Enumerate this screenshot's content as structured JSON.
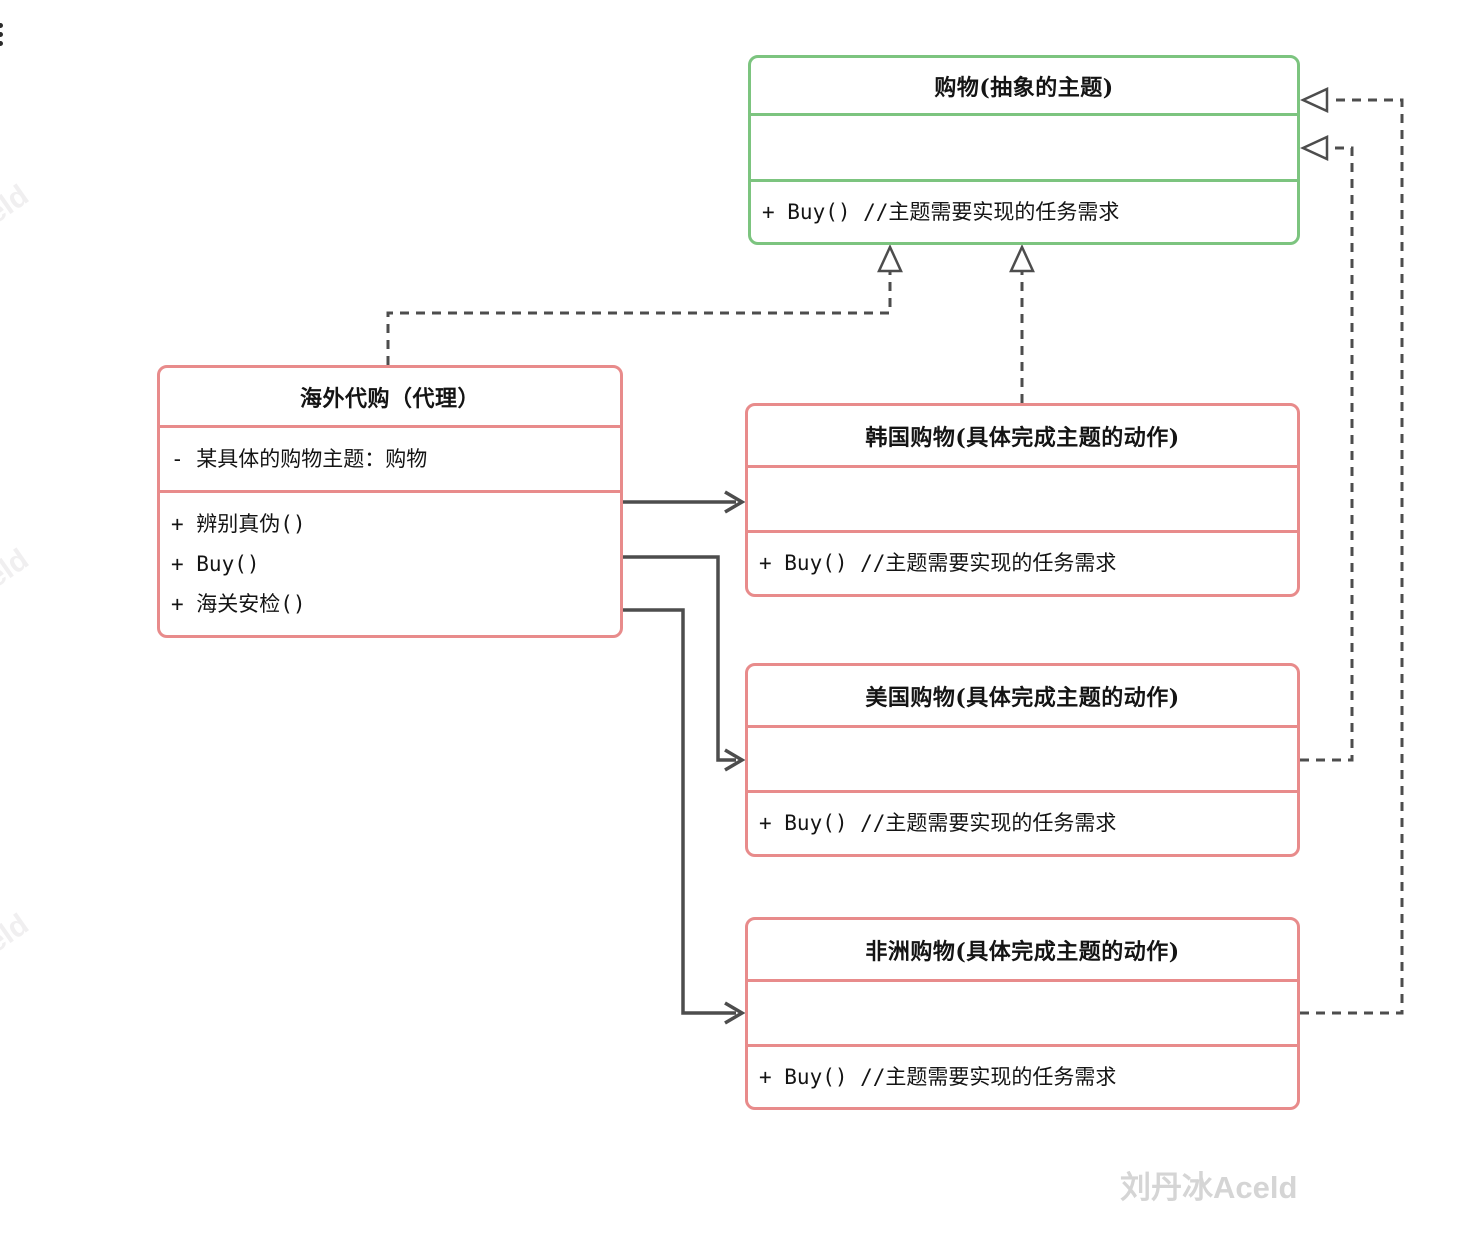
{
  "page": {
    "watermark_main": "刘丹冰Aceld",
    "watermark_tile": "eld",
    "icons": {
      "menu": "vertical-dots-icon"
    },
    "colors": {
      "abstract_border": "#7cc47f",
      "concrete_border": "#e88b8b",
      "connector": "#4d4d4d",
      "watermark": "#d5d5d5"
    }
  },
  "classes": {
    "abstract": {
      "title": "购物(抽象的主题)",
      "method": "+ Buy() //主题需要实现的任务需求"
    },
    "proxy": {
      "title": "海外代购（代理）",
      "attribute": "- 某具体的购物主题：购物",
      "methods": [
        "+ 辨别真伪()",
        "+ Buy()",
        "+ 海关安检()"
      ]
    },
    "korea": {
      "title": "韩国购物(具体完成主题的动作)",
      "method": "+ Buy() //主题需要实现的任务需求"
    },
    "usa": {
      "title": "美国购物(具体完成主题的动作)",
      "method": "+ Buy() //主题需要实现的任务需求"
    },
    "africa": {
      "title": "非洲购物(具体完成主题的动作)",
      "method": "+ Buy() //主题需要实现的任务需求"
    }
  },
  "relations": [
    {
      "from": "海外代购（代理）",
      "to": "购物(抽象的主题)",
      "type": "realization-dashed"
    },
    {
      "from": "韩国购物",
      "to": "购物(抽象的主题)",
      "type": "realization-dashed"
    },
    {
      "from": "美国购物",
      "to": "购物(抽象的主题)",
      "type": "realization-dashed"
    },
    {
      "from": "非洲购物",
      "to": "购物(抽象的主题)",
      "type": "realization-dashed"
    },
    {
      "from": "海外代购（代理）",
      "to": "韩国购物",
      "type": "association-solid"
    },
    {
      "from": "海外代购（代理）",
      "to": "美国购物",
      "type": "association-solid"
    },
    {
      "from": "海外代购（代理）",
      "to": "非洲购物",
      "type": "association-solid"
    }
  ]
}
